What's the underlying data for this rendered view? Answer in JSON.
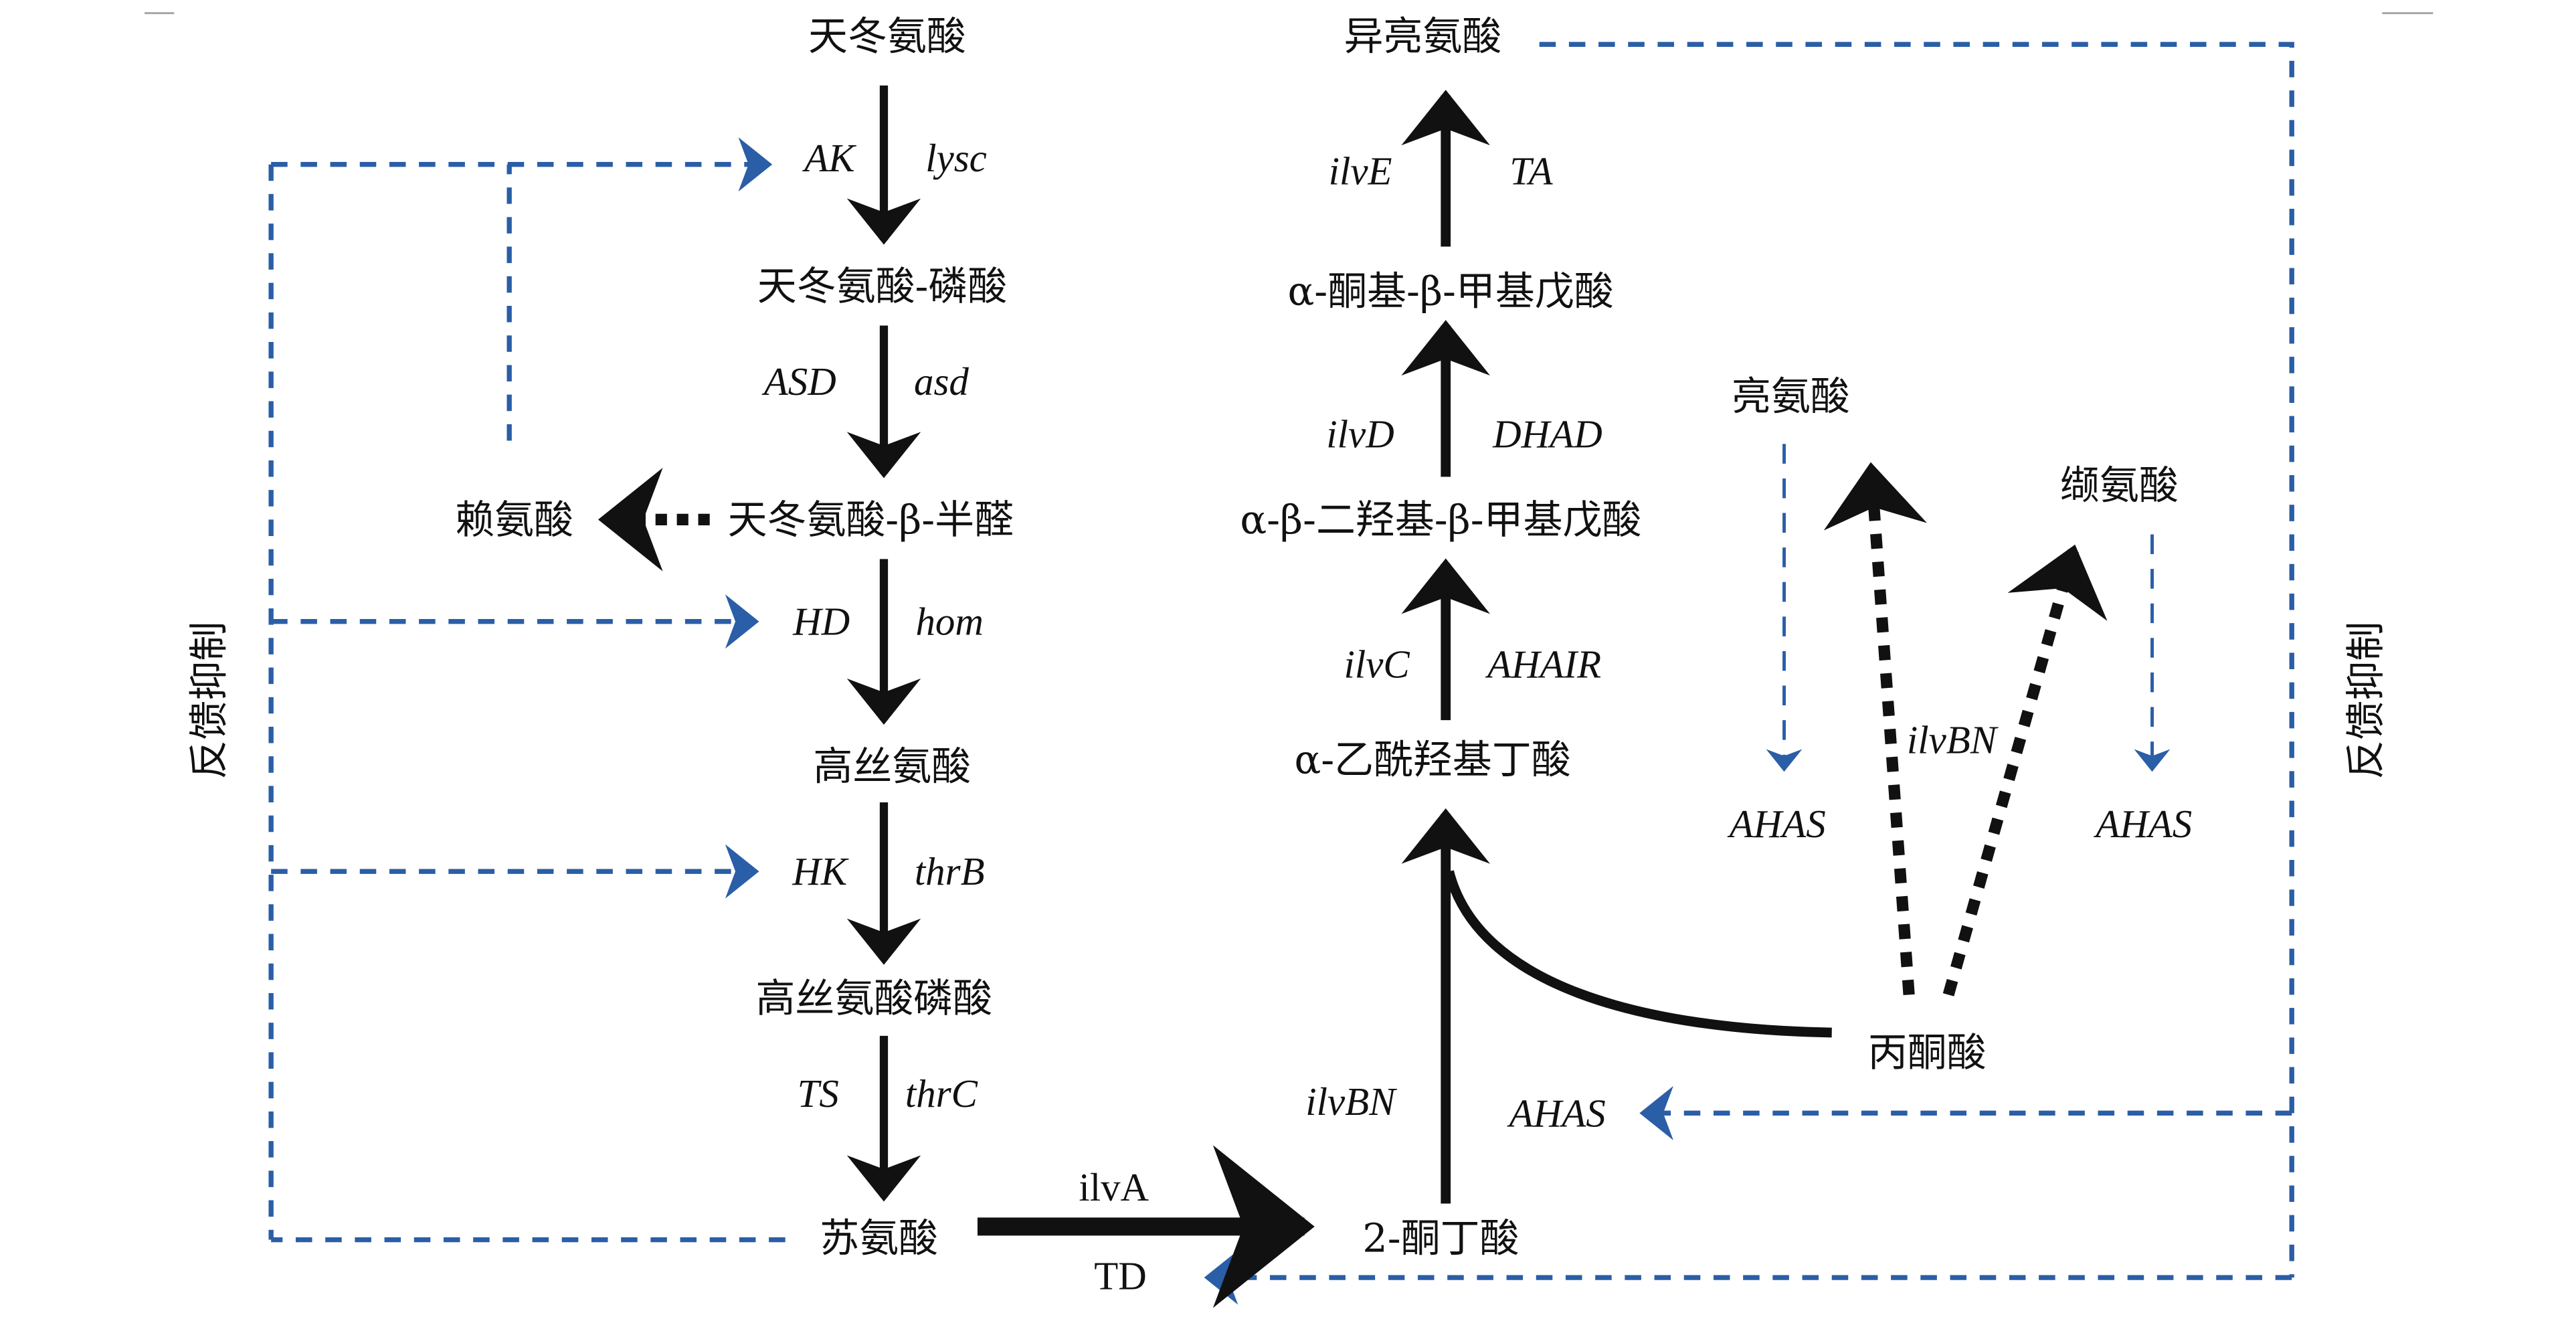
{
  "diagram": {
    "title": "Isoleucine biosynthesis pathway with feedback inhibition",
    "colors": {
      "main_arrow": "#111111",
      "feedback": "#2a5ea6",
      "corner_mark": "#a6a6a6",
      "background": "#ffffff"
    },
    "left_pathway": {
      "nodes": [
        "天冬氨酸",
        "天冬氨酸-磷酸",
        "天冬氨酸-β-半醛",
        "高丝氨酸",
        "高丝氨酸磷酸",
        "苏氨酸"
      ],
      "steps": [
        {
          "enzyme": "AK",
          "gene": "lysc"
        },
        {
          "enzyme": "ASD",
          "gene": "asd"
        },
        {
          "enzyme": "HD",
          "gene": "hom"
        },
        {
          "enzyme": "HK",
          "gene": "thrB"
        },
        {
          "enzyme": "TS",
          "gene": "thrC"
        }
      ],
      "branch_product": "赖氨酸"
    },
    "center_pathway": {
      "nodes": [
        "2-酮丁酸",
        "α-乙酰羟基丁酸",
        "α-β-二羟基-β-甲基戊酸",
        "α-酮基-β-甲基戊酸",
        "异亮氨酸"
      ],
      "steps": [
        {
          "gene": "ilvBN",
          "enzyme": "AHAS"
        },
        {
          "gene": "ilvC",
          "enzyme": "AHAIR"
        },
        {
          "gene": "ilvD",
          "enzyme": "DHAD"
        },
        {
          "gene": "ilvE",
          "enzyme": "TA"
        }
      ]
    },
    "threonine_step": {
      "gene": "ilvA",
      "enzyme": "TD"
    },
    "pyruvate_branch": {
      "source": "丙酮酸",
      "gene": "ilvBN",
      "products": [
        "亮氨酸",
        "缬氨酸"
      ],
      "inhibited_enzyme_leu": "AHAS",
      "inhibited_enzyme_val": "AHAS"
    },
    "feedback_label_left": "反馈抑制",
    "feedback_label_right": "反馈抑制"
  }
}
